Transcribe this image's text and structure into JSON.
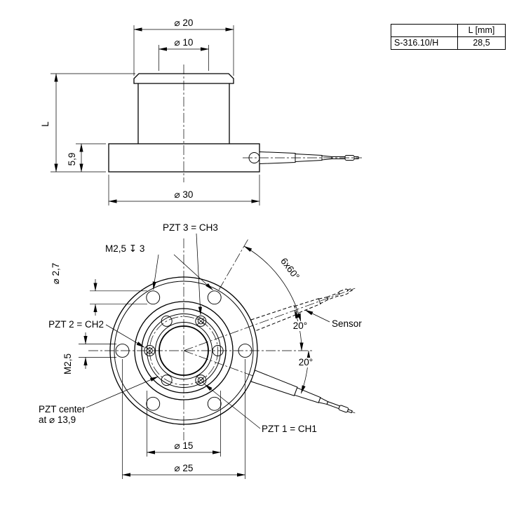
{
  "table": {
    "col2_header": "L [mm]",
    "model": "S-316.10/H",
    "length_value": "28,5"
  },
  "side_view": {
    "dia20": "⌀ 20",
    "dia10": "⌀ 10",
    "height_l": "L",
    "flange_thickness": "5,9",
    "dia30": "⌀ 30"
  },
  "top_view": {
    "pzt3": "PZT 3 = CH3",
    "pzt2": "PZT 2 = CH2",
    "pzt1": "PZT 1 = CH1",
    "thread_depth": "M2,5 ↧ 3",
    "thread": "M2,5",
    "hole_dia": "⌀ 2,7",
    "pzt_center_line1": "PZT center",
    "pzt_center_line2": "at ⌀ 13,9",
    "dia15": "⌀ 15",
    "dia25": "⌀ 25",
    "hole_pattern_angle": "6x60°",
    "cable_angle_upper": "20°",
    "cable_angle_lower": "20°",
    "sensor": "Sensor"
  }
}
